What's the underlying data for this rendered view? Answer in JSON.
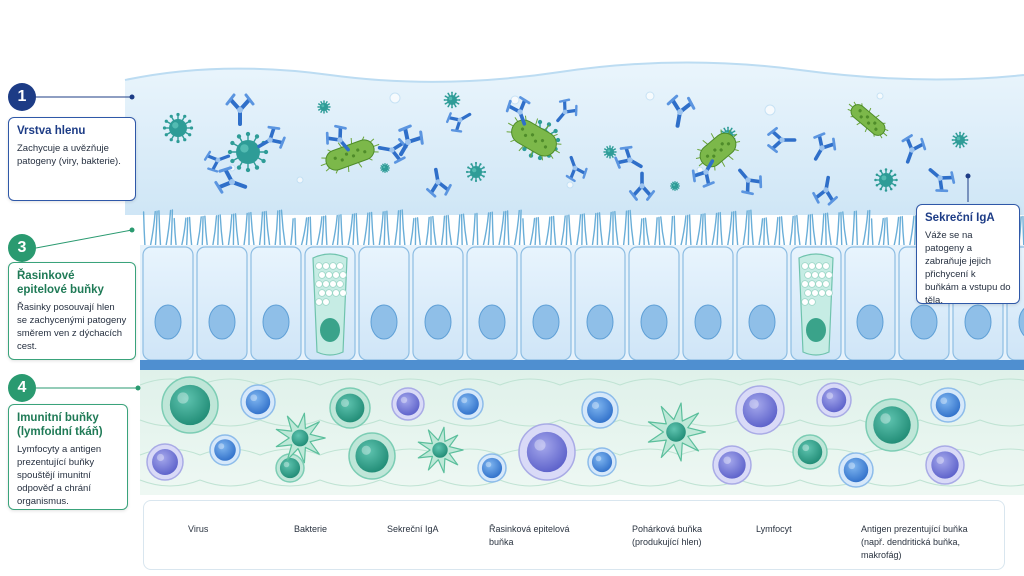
{
  "colors": {
    "mucus": "#d9ecf9",
    "cilia": "#6aaed8",
    "epithelium": "#dceefb",
    "nucleus": "#7fb3e0",
    "lymphoid": "#e4f4ec",
    "virus": "#2e9c97",
    "bacteria": "#7cb84a",
    "iga": "#2f6fc9",
    "callout_blue": "#2f58a8",
    "callout_green": "#3aa37b"
  },
  "callouts": [
    {
      "number": "1",
      "title": "Vrstva hlenu",
      "text": "Zachycuje a uvězňuje patogeny (viry, bakterie)."
    },
    {
      "number": "3",
      "title": "Řasinkové epitelové buňky",
      "text": "Řasinky posouvají hlen se zachycenými patogeny směrem ven z dýchacích cest."
    },
    {
      "number": "4",
      "title": "Imunitní buňky (lymfoidní tkáň)",
      "text": "Lymfocyty a antigen prezentující buňky spouštějí imunitní odpověď a chrání organismus."
    }
  ],
  "iga_callout": {
    "title": "Sekreční IgA",
    "text": "Váže se na patogeny a zabraňuje jejich přichycení k buňkám a vstupu do těla."
  },
  "legend": [
    {
      "icon": "virus-icon",
      "label": "Virus"
    },
    {
      "icon": "bacteria-icon",
      "label": "Bakterie"
    },
    {
      "icon": "iga-icon",
      "label": "Sekreční IgA"
    },
    {
      "icon": "ciliated-cell-icon",
      "label": "Řasinková epitelová buňka"
    },
    {
      "icon": "goblet-cell-icon",
      "label": "Pohárková buňka",
      "sublabel": "(produkující hlen)"
    },
    {
      "icon": "lymphocyte-icon",
      "label": "Lymfocyt"
    },
    {
      "icon": "apc-icon",
      "label": "Antigen prezentující buňka",
      "sublabel": "(např. dendritická buňka, makrofág)"
    }
  ]
}
